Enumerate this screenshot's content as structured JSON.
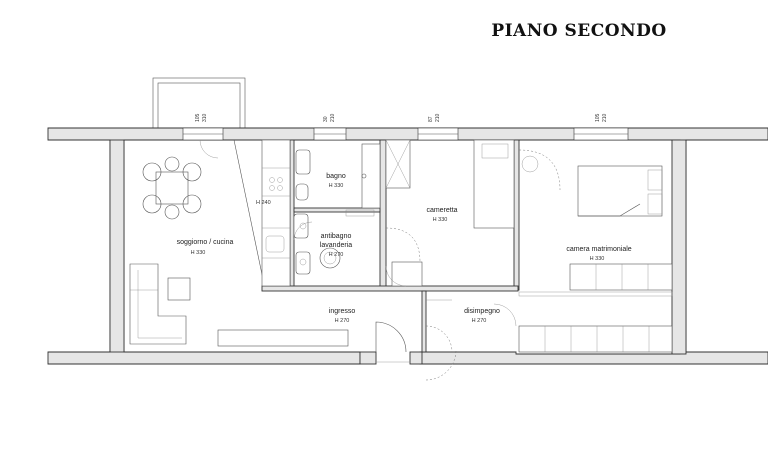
{
  "title": "PIANO SECONDO",
  "rooms": {
    "soggiorno": {
      "name": "soggiorno / cucina",
      "height": "H 330"
    },
    "bagno": {
      "name": "bagno",
      "height": "H 330"
    },
    "antibagno": {
      "name1": "antibagno",
      "name2": "lavanderia",
      "height": "H 270"
    },
    "cameretta": {
      "name": "cameretta",
      "height": "H 330"
    },
    "camera": {
      "name": "camera matrimoniale",
      "height": "H 330"
    },
    "ingresso": {
      "name": "ingresso",
      "height": "H 270"
    },
    "disimpegno": {
      "name": "disimpegno",
      "height": "H 270"
    },
    "cucina": {
      "height": "H 240"
    }
  },
  "windows": [
    {
      "width": "105",
      "height": "310"
    },
    {
      "width": "30",
      "height": "210"
    },
    {
      "width": "87",
      "height": "210"
    },
    {
      "width": "105",
      "height": "210"
    }
  ]
}
